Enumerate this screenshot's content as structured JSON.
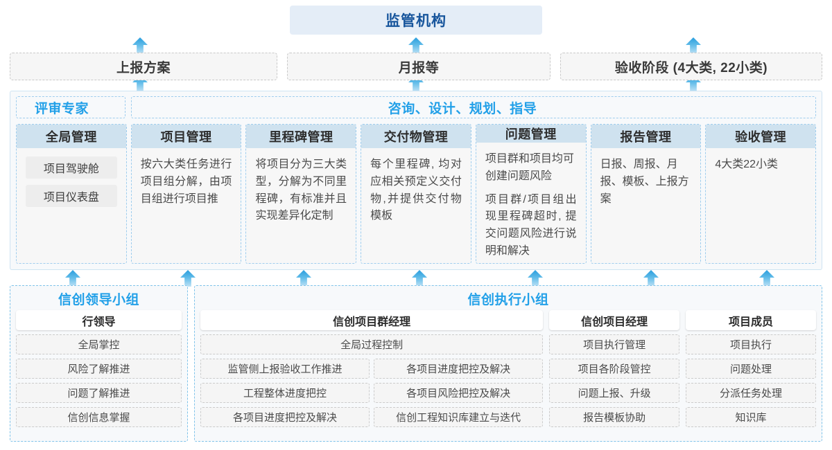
{
  "top": {
    "title": "监管机构",
    "boxes": [
      {
        "label": "上报方案"
      },
      {
        "label": "月报等"
      },
      {
        "label": "验收阶段 (4大类, 22小类)"
      }
    ]
  },
  "middle": {
    "label_left": "评审专家",
    "label_right": "咨询、设计、规划、指导",
    "columns": [
      {
        "header": "全局管理",
        "pills": [
          "项目驾驶舱",
          "项目仪表盘"
        ],
        "paragraphs": []
      },
      {
        "header": "项目管理",
        "pills": [],
        "paragraphs": [
          "按六大类任务进行项目组分解，由项目组进行项目推"
        ]
      },
      {
        "header": "里程碑管理",
        "pills": [],
        "paragraphs": [
          "将项目分为三大类型，分解为不同里程碑，有标准并且实现差异化定制"
        ]
      },
      {
        "header": "交付物管理",
        "pills": [],
        "paragraphs": [
          "每个里程碑, 均对应相关预定义交付物,并提供交付物模板"
        ]
      },
      {
        "header": "问题管理",
        "pills": [],
        "paragraphs": [
          "项目群和项目均可创建问题风险",
          "项目群/项目组出现里程碑超时, 提交问题风险进行说明和解决"
        ]
      },
      {
        "header": "报告管理",
        "pills": [],
        "paragraphs": [
          "日报、周报、月报、模板、上报方案"
        ]
      },
      {
        "header": "验收管理",
        "pills": [],
        "paragraphs": [
          "4大类22小类"
        ]
      }
    ]
  },
  "bottom": {
    "left_group": {
      "title": "信创领导小组",
      "card": {
        "head": "行领导",
        "items": [
          "全局掌控",
          "风险了解推进",
          "问题了解推进",
          "信创信息掌握"
        ]
      }
    },
    "right_group": {
      "title": "信创执行小组",
      "cards": [
        {
          "head": "信创项目群经理",
          "full_item": "全局过程控制",
          "col_a": [
            "监管侧上报验收工作推进",
            "工程整体进度把控",
            "各项目进度把控及解决"
          ],
          "col_b": [
            "各项目进度把控及解决",
            "各项目风险把控及解决",
            "信创工程知识库建立与迭代"
          ]
        },
        {
          "head": "信创项目经理",
          "items": [
            "项目执行管理",
            "项目各阶段管控",
            "问题上报、升级",
            "报告模板协助"
          ]
        },
        {
          "head": "项目成员",
          "items": [
            "项目执行",
            "问题处理",
            "分派任务处理",
            "知识库"
          ]
        }
      ]
    }
  },
  "colors": {
    "accent_blue": "#22a0e8",
    "title_blue": "#17559c",
    "header_fill": "#cfe2ef",
    "panel_bg": "#f7f9fb",
    "arrow_blue": "#2a9ede"
  }
}
